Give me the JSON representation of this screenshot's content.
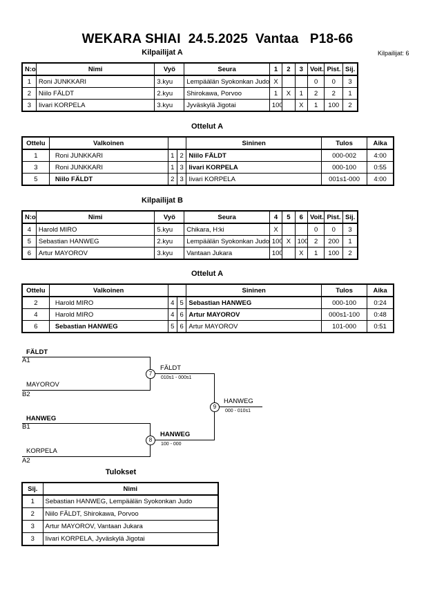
{
  "title": "WEKARA SHIAI  24.5.2025  Vantaa   P18-66",
  "participants_count": "Kilpailijat: 6",
  "pool_a": {
    "heading": "Kilpailijat A",
    "headers": [
      "N:o",
      "Nimi",
      "Vyö",
      "Seura",
      "1",
      "2",
      "3",
      "Voit.",
      "Pist.",
      "Sij."
    ],
    "rows": [
      {
        "no": "1",
        "name": "Roni JUNKKARI",
        "belt": "3.kyu",
        "club": "Lempäälän Syokonkan Judo",
        "r1": "X",
        "r2": "",
        "r3": "",
        "wins": "0",
        "points": "0",
        "place": "3"
      },
      {
        "no": "2",
        "name": "Niilo FÄLDT",
        "belt": "2.kyu",
        "club": "Shirokawa, Porvoo",
        "r1": "1",
        "r2": "X",
        "r3": "1",
        "wins": "2",
        "points": "2",
        "place": "1"
      },
      {
        "no": "3",
        "name": "Iivari KORPELA",
        "belt": "3.kyu",
        "club": "Jyväskylä Jigotai",
        "r1": "100",
        "r2": "",
        "r3": "X",
        "wins": "1",
        "points": "100",
        "place": "2"
      }
    ]
  },
  "matches_a": {
    "heading": "Ottelut A",
    "headers": [
      "Ottelu",
      "Valkoinen",
      "Sininen",
      "Tulos",
      "Aika"
    ],
    "rows": [
      {
        "match": "1",
        "white": "Roni JUNKKARI",
        "wn": "1",
        "bn": "2",
        "blue": "Niilo FÄLDT",
        "result": "000-002",
        "time": "4:00",
        "winner": "blue"
      },
      {
        "match": "3",
        "white": "Roni JUNKKARI",
        "wn": "1",
        "bn": "3",
        "blue": "Iivari KORPELA",
        "result": "000-100",
        "time": "0:55",
        "winner": "blue"
      },
      {
        "match": "5",
        "white": "Niilo FÄLDT",
        "wn": "2",
        "bn": "3",
        "blue": "Iivari KORPELA",
        "result": "001s1-000",
        "time": "4:00",
        "winner": "white"
      }
    ]
  },
  "pool_b": {
    "heading": "Kilpailijat B",
    "headers": [
      "N:o",
      "Nimi",
      "Vyö",
      "Seura",
      "4",
      "5",
      "6",
      "Voit.",
      "Pist.",
      "Sij."
    ],
    "rows": [
      {
        "no": "4",
        "name": "Harold MIRO",
        "belt": "5.kyu",
        "club": "Chikara, H:ki",
        "r1": "X",
        "r2": "",
        "r3": "",
        "wins": "0",
        "points": "0",
        "place": "3"
      },
      {
        "no": "5",
        "name": "Sebastian HANWEG",
        "belt": "2.kyu",
        "club": "Lempäälän Syokonkan Judo",
        "r1": "100",
        "r2": "X",
        "r3": "100",
        "wins": "2",
        "points": "200",
        "place": "1"
      },
      {
        "no": "6",
        "name": "Artur MAYOROV",
        "belt": "3.kyu",
        "club": "Vantaan Jukara",
        "r1": "100",
        "r2": "",
        "r3": "X",
        "wins": "1",
        "points": "100",
        "place": "2"
      }
    ]
  },
  "matches_b": {
    "heading": "Ottelut A",
    "headers": [
      "Ottelu",
      "Valkoinen",
      "Sininen",
      "Tulos",
      "Aika"
    ],
    "rows": [
      {
        "match": "2",
        "white": "Harold MIRO",
        "wn": "4",
        "bn": "5",
        "blue": "Sebastian HANWEG",
        "result": "000-100",
        "time": "0:24",
        "winner": "blue"
      },
      {
        "match": "4",
        "white": "Harold MIRO",
        "wn": "4",
        "bn": "6",
        "blue": "Artur MAYOROV",
        "result": "000s1-100",
        "time": "0:48",
        "winner": "blue"
      },
      {
        "match": "6",
        "white": "Sebastian HANWEG",
        "wn": "5",
        "bn": "6",
        "blue": "Artur MAYOROV",
        "result": "101-000",
        "time": "0:51",
        "winner": "white"
      }
    ]
  },
  "bracket": {
    "sf1": {
      "top_name": "FÄLDT",
      "top_seed": "A1",
      "bottom_name": "MAYOROV",
      "bottom_seed": "B2",
      "match_no": "7",
      "winner": "FÄLDT",
      "score": "010s1 - 000s1"
    },
    "sf2": {
      "top_name": "HANWEG",
      "top_seed": "B1",
      "bottom_name": "KORPELA",
      "bottom_seed": "A2",
      "match_no": "8",
      "winner": "HANWEG",
      "score": "100 - 000"
    },
    "final": {
      "match_no": "9",
      "winner": "HANWEG",
      "score": "000 - 010s1"
    }
  },
  "results": {
    "heading": "Tulokset",
    "headers": [
      "Sij.",
      "Nimi"
    ],
    "rows": [
      {
        "place": "1",
        "name": "Sebastian HANWEG, Lempäälän Syokonkan Judo"
      },
      {
        "place": "2",
        "name": "Niilo FÄLDT, Shirokawa, Porvoo"
      },
      {
        "place": "3",
        "name": "Artur MAYOROV, Vantaan Jukara"
      },
      {
        "place": "3",
        "name": "Iivari KORPELA, Jyväskylä Jigotai"
      }
    ]
  }
}
